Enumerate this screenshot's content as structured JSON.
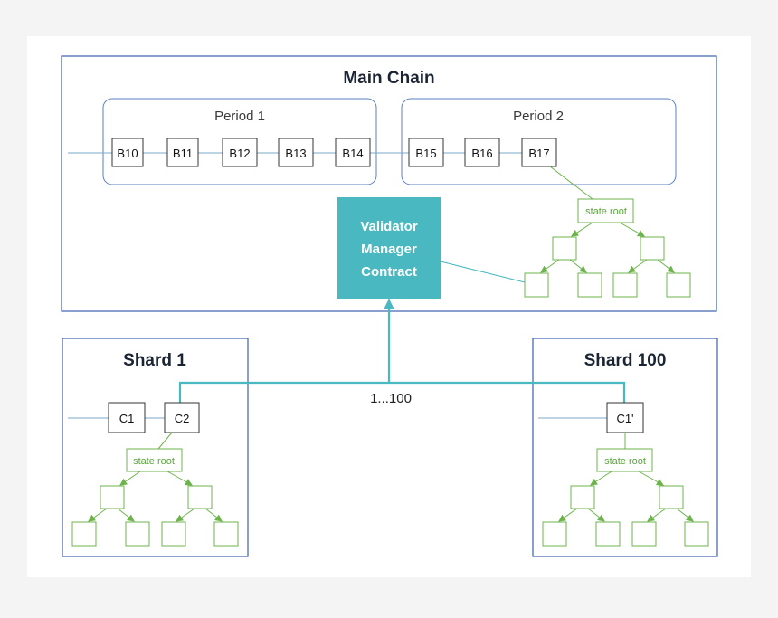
{
  "main_chain": {
    "title": "Main Chain",
    "periods": [
      "Period 1",
      "Period 2"
    ],
    "blocks": [
      "B10",
      "B11",
      "B12",
      "B13",
      "B14",
      "B15",
      "B16",
      "B17"
    ]
  },
  "validator_manager": {
    "lines": [
      "Validator",
      "Manager",
      "Contract"
    ]
  },
  "state_root_label": "state root",
  "link_label": "1...100",
  "shards": [
    {
      "title": "Shard 1",
      "blocks": [
        "C1",
        "C2"
      ]
    },
    {
      "title": "Shard 100",
      "blocks": [
        "C1'"
      ]
    }
  ],
  "colors": {
    "border": "#3d5fad",
    "teal": "#4ab8c1",
    "green": "#6cb34b",
    "line": "#7aa8c8"
  }
}
